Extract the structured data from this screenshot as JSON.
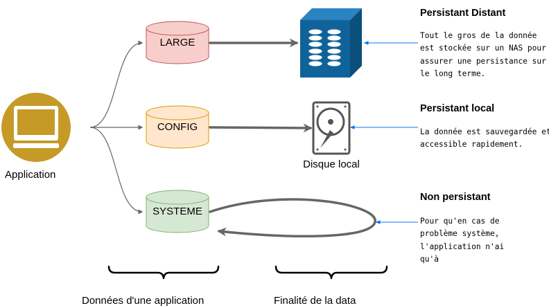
{
  "application": {
    "label": "Application",
    "icon": "monitor-icon"
  },
  "stores": {
    "large": {
      "label": "LARGE",
      "fill": "#f8cecc",
      "stroke": "#b85450"
    },
    "config": {
      "label": "CONFIG",
      "fill": "#ffe6cc",
      "stroke": "#d79b00"
    },
    "systeme": {
      "label": "SYSTEME",
      "fill": "#d5e8d4",
      "stroke": "#82b366"
    }
  },
  "targets": {
    "nas": {
      "icon": "nas-storage-icon"
    },
    "disk": {
      "label": "Disque local",
      "icon": "hard-disk-icon"
    }
  },
  "notes": {
    "distant": {
      "title": "Persistant Distant",
      "text": "Tout le gros de la donnée est stockée sur un NAS pour assurer une persistance sur le long terme."
    },
    "local": {
      "title": "Persistant local",
      "text": "La donnée est sauvegardée et accessible rapidement."
    },
    "none": {
      "title": "Non persistant",
      "text": "Pour qu'en cas de problème système, l'application n'ai qu'à"
    }
  },
  "axis": {
    "data_label": "Données d'une application",
    "purpose_label": "Finalité de la data"
  },
  "colors": {
    "app_gold": "#c59a27",
    "nas_blue": "#10639a",
    "arrow_gray": "#666666",
    "note_arrow_blue": "#0077ee"
  }
}
